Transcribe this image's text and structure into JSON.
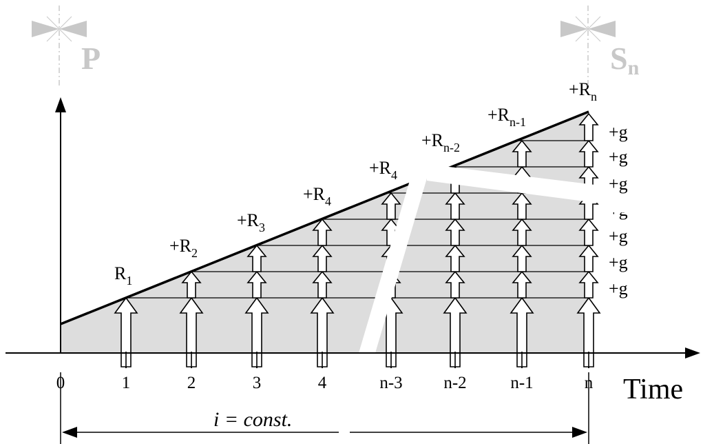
{
  "symbols": {
    "left": {
      "letter": "P",
      "sub": ""
    },
    "right": {
      "letter": "S",
      "sub": "n"
    }
  },
  "x_axis": {
    "title": "Time",
    "ticks": [
      "0",
      "1",
      "2",
      "3",
      "4",
      "n-3",
      "n-2",
      "n-1",
      "n"
    ]
  },
  "labels": {
    "first": {
      "base": "R",
      "sub": "1"
    },
    "increments": [
      {
        "base": "+R",
        "sub": "2"
      },
      {
        "base": "+R",
        "sub": "3"
      },
      {
        "base": "+R",
        "sub": "4"
      },
      {
        "base": "+R",
        "sub": "4"
      },
      {
        "base": "+R",
        "sub": "n-2"
      },
      {
        "base": "+R",
        "sub": "n-1"
      },
      {
        "base": "+R",
        "sub": "n"
      }
    ]
  },
  "growth_labels": [
    "+g",
    "+g",
    "+g",
    "+g",
    "+g",
    "+g",
    "+g"
  ],
  "interest": {
    "text": "i = const."
  },
  "colors": {
    "fill": "#dddddd",
    "line": "#000000",
    "symbol": "#c8c8c8"
  }
}
